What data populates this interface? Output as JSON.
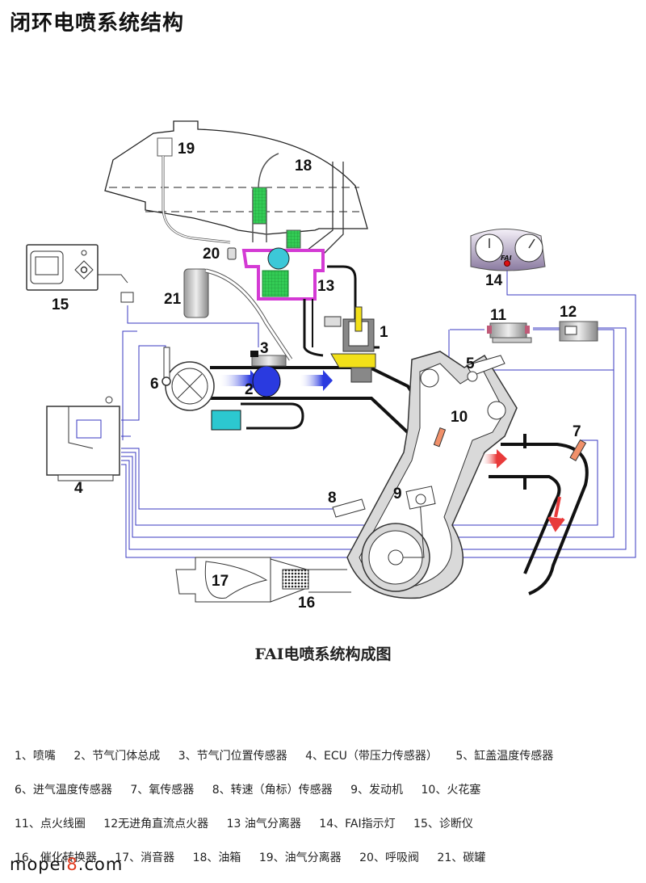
{
  "page": {
    "title": "闭环电喷系统结构",
    "caption": "FAI电喷系统构成图",
    "watermark": {
      "prefix": "mopei",
      "accent": "8",
      "suffix": ".com",
      "accent_color": "#e03a1e"
    }
  },
  "diagram": {
    "callouts": [
      "1",
      "2",
      "3",
      "4",
      "5",
      "6",
      "7",
      "8",
      "9",
      "10",
      "11",
      "12",
      "13",
      "14",
      "15",
      "16",
      "17",
      "18",
      "19",
      "20",
      "21"
    ],
    "indicator_text": "FAI",
    "colors": {
      "wire": "#3a3ac0",
      "separator": "#d43ad4",
      "fuel_filter": "#33cc55",
      "pump_ball": "#3cc8d8",
      "injector": "#f2e019",
      "throttle": "#2a3ae0",
      "exhaust_flow": "#e83a3a",
      "idle_valve": "#2cc8d0",
      "spark_plug": "#f0906a",
      "engine_body": "#d9d9d9",
      "indicator_lamp": "#dd1111"
    }
  },
  "legend": {
    "rows": [
      [
        "1、喷嘴",
        "2、节气门体总成",
        "3、节气门位置传感器",
        "4、ECU（带压力传感器）",
        "5、缸盖温度传感器"
      ],
      [
        "6、进气温度传感器",
        "7、氧传感器",
        "8、转速（角标）传感器",
        "9、发动机",
        "10、火花塞"
      ],
      [
        "11、点火线圈",
        "12无进角直流点火器",
        "13 油气分离器",
        "14、FAI指示灯",
        "15、诊断仪"
      ],
      [
        "16、催化转换器",
        "17、消音器",
        "18、油箱",
        "19、油气分离器",
        "20、呼吸阀",
        "21、碳罐"
      ]
    ]
  }
}
